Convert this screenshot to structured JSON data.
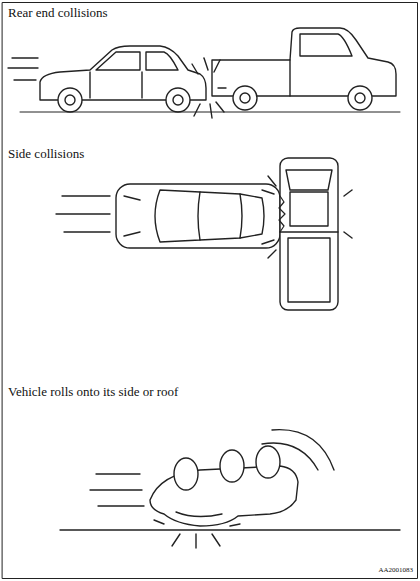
{
  "diagram": {
    "labels": [
      "Rear end collisions",
      "Side collisions",
      "Vehicle rolls onto its side or roof",
      "AA2001083"
    ]
  }
}
